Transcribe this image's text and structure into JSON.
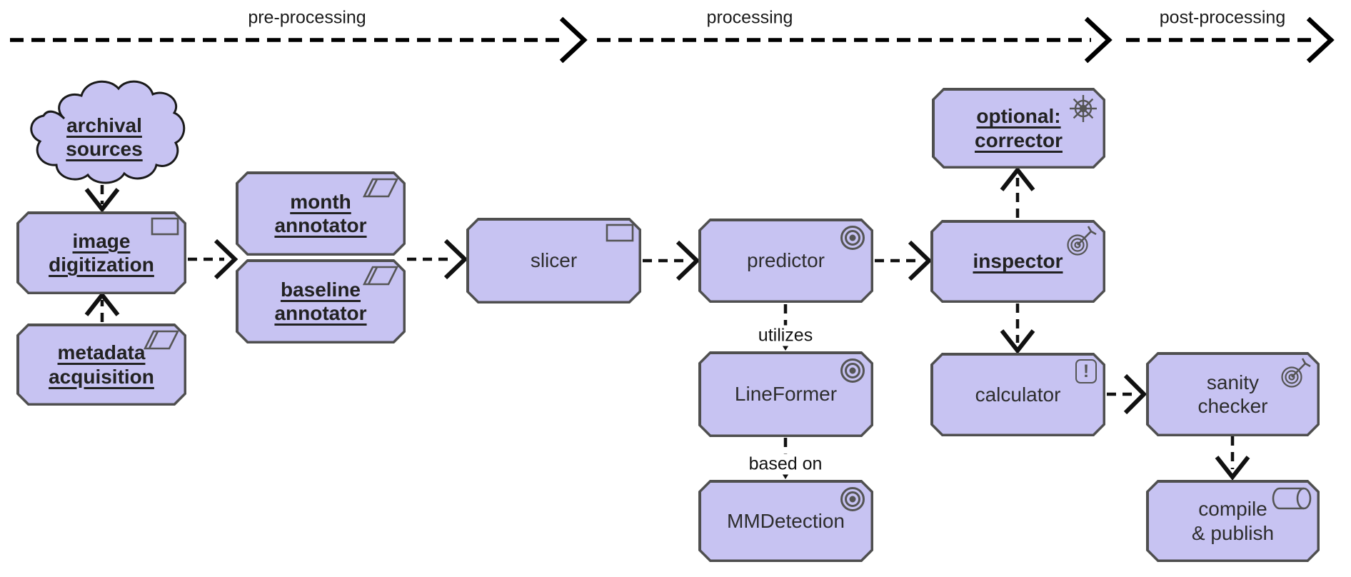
{
  "phases": [
    {
      "label": "pre-processing"
    },
    {
      "label": "processing"
    },
    {
      "label": "post-processing"
    }
  ],
  "edge_labels": {
    "utilizes": "utilizes",
    "based_on": "based on"
  },
  "nodes": {
    "archival_sources": {
      "label": [
        "archival",
        "sources"
      ],
      "shape": "cloud",
      "emphasis": true,
      "icon": null
    },
    "image_digitization": {
      "label": [
        "image",
        "digitization"
      ],
      "shape": "octagon",
      "emphasis": true,
      "icon": "rectangle-icon"
    },
    "metadata_acquisition": {
      "label": [
        "metadata",
        "acquisition"
      ],
      "shape": "octagon",
      "emphasis": true,
      "icon": "parallelogram-icon"
    },
    "month_annotator": {
      "label": [
        "month",
        "annotator"
      ],
      "shape": "octagon",
      "emphasis": true,
      "icon": "parallelogram-icon"
    },
    "baseline_annotator": {
      "label": [
        "baseline",
        "annotator"
      ],
      "shape": "octagon",
      "emphasis": true,
      "icon": "parallelogram-icon"
    },
    "slicer": {
      "label": [
        "slicer"
      ],
      "shape": "octagon",
      "emphasis": false,
      "icon": "rectangle-icon"
    },
    "predictor": {
      "label": [
        "predictor"
      ],
      "shape": "octagon",
      "emphasis": false,
      "icon": "concentric-circles-icon"
    },
    "lineformer": {
      "label": [
        "LineFormer"
      ],
      "shape": "octagon",
      "emphasis": false,
      "icon": "concentric-circles-icon"
    },
    "mmdetection": {
      "label": [
        "MMDetection"
      ],
      "shape": "octagon",
      "emphasis": false,
      "icon": "concentric-circles-icon"
    },
    "optional_corrector": {
      "label": [
        "optional:",
        "corrector"
      ],
      "shape": "octagon",
      "emphasis": true,
      "icon": "helm-icon"
    },
    "inspector": {
      "label": [
        "inspector"
      ],
      "shape": "octagon",
      "emphasis": true,
      "icon": "dartboard-icon"
    },
    "calculator": {
      "label": [
        "calculator"
      ],
      "shape": "octagon",
      "emphasis": false,
      "icon": "exclamation-icon"
    },
    "sanity_checker": {
      "label": [
        "sanity",
        "checker"
      ],
      "shape": "octagon",
      "emphasis": false,
      "icon": "dartboard-icon"
    },
    "compile_publish": {
      "label": [
        "compile",
        "& publish"
      ],
      "shape": "octagon",
      "emphasis": false,
      "icon": "cylinder-icon"
    }
  },
  "icons": {
    "exclamation_glyph": "!"
  },
  "colors": {
    "node_fill": "#c7c3f2",
    "node_border": "#4f4f4f",
    "icon": "#555555",
    "arrow": "#111111"
  }
}
